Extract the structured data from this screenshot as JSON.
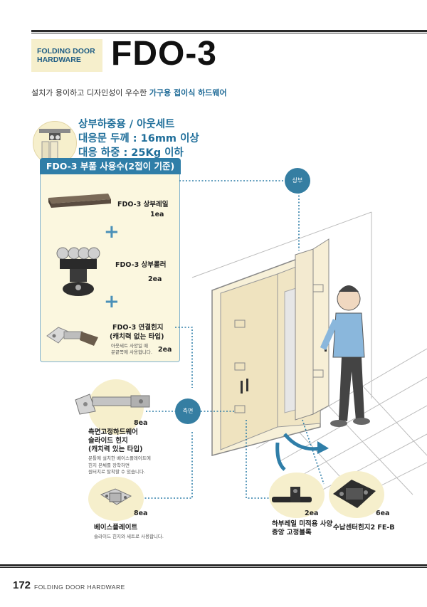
{
  "header": {
    "category_line1": "FOLDING DOOR",
    "category_line2": "HARDWARE",
    "model": "FDO-3"
  },
  "tagline": {
    "prefix": "설치가 용이하고 디자인성이 우수한 ",
    "highlight": "가구용 접이식 하드웨어"
  },
  "specs": [
    "상부하중용 / 아웃세트",
    "대응문 두께 : 16mm 이상",
    "대응 하중 : 25Kg 이하"
  ],
  "parts": {
    "title": "FDO-3 부품 사용수(2접이 기준)",
    "items": [
      {
        "name": "FDO-3 상부레일",
        "qty": "1ea"
      },
      {
        "name": "FDO-3 상부롤러",
        "qty": "2ea"
      },
      {
        "name_line1": "FDO-3 연결힌지",
        "name_line2": "(캐치력 없는 타입)",
        "note_line1": "아웃세트 사양일 때",
        "note_line2": "문끝쪽에 사용합니다.",
        "qty": "2ea"
      }
    ]
  },
  "callouts": {
    "top": "상부",
    "side": "측면"
  },
  "extras": {
    "side_hinge": {
      "qty": "8ea",
      "line1": "측면고정하드웨어",
      "line2": "슬라이드 힌지",
      "line3": "(캐치력 있는 타입)",
      "note1": "문틀에 설치한 베이스플레이트에",
      "note2": "힌지 본체를 장착하면",
      "note3": "원터치로 탈착할 수 있습니다."
    },
    "base_plate": {
      "qty": "8ea",
      "label": "베이스플레이트",
      "note": "슬라이드 힌지와 세트로 사용합니다."
    },
    "lower_block": {
      "qty": "2ea",
      "line1": "하부레일 미적용 사양",
      "line2": "중앙 고정블록"
    },
    "center_hinge": {
      "qty": "6ea",
      "label": "수납센터힌지2 FE-B"
    }
  },
  "footer": {
    "page_number": "172",
    "section": "FOLDING DOOR HARDWARE"
  },
  "colors": {
    "accent_blue": "#2f7ea8",
    "panel_cream": "#fbf7df",
    "highlight_text": "#1e6a96"
  }
}
